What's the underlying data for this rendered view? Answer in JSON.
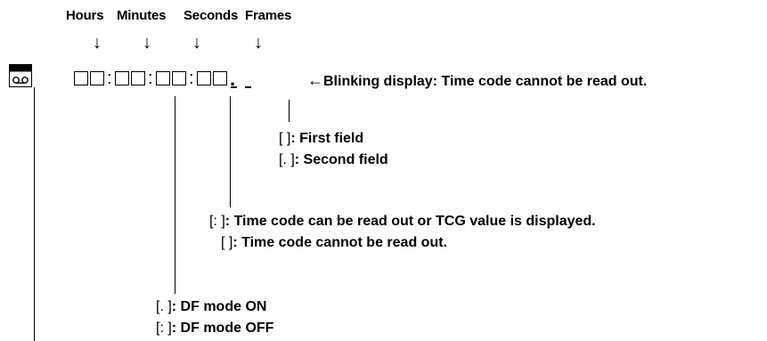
{
  "headers": {
    "hours": "Hours",
    "minutes": "Minutes",
    "seconds": "Seconds",
    "frames": "Frames"
  },
  "separators": [
    ":",
    ":",
    ":",
    "."
  ],
  "blink_arrow": "←",
  "blink_message": "Blinking display:  Time code cannot be read out.",
  "field_notes": [
    {
      "bracket": "[  ]",
      "text": ": First field"
    },
    {
      "bracket": "[. ]",
      "text": ": Second field"
    }
  ],
  "read_notes": [
    {
      "bracket": "[: ]",
      "text": ": Time code can be read out or TCG value is displayed."
    },
    {
      "bracket": "[  ]",
      "text": ": Time code cannot be read out."
    }
  ],
  "df_notes": [
    {
      "bracket": "[. ]",
      "text": ": DF mode ON"
    },
    {
      "bracket": "[: ]",
      "text": ": DF mode OFF"
    }
  ],
  "icon": "tape-icon"
}
